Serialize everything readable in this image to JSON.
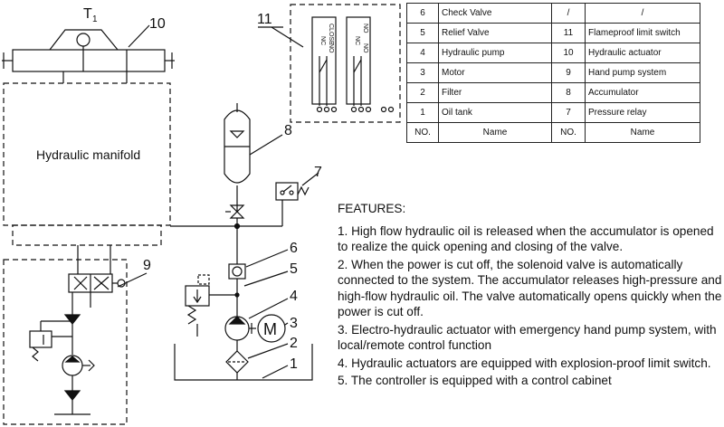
{
  "diagram": {
    "top_label": "T",
    "top_label_sub": "1",
    "manifold_label": "Hydraulic manifold",
    "callouts": [
      "1",
      "2",
      "3",
      "4",
      "5",
      "6",
      "7",
      "8",
      "9",
      "10",
      "11"
    ],
    "switch_labels": {
      "left_top": "CLOSE",
      "left_nc": "NC",
      "left_no": "NO",
      "right_top": "NO",
      "right_nc": "NC",
      "right_no": "NO"
    },
    "motor_letter": "M"
  },
  "parts_table": {
    "header": {
      "no": "NO.",
      "name": "Name"
    },
    "rows": [
      {
        "no_a": "6",
        "name_a": "Check Valve",
        "no_b": "/",
        "name_b": "/"
      },
      {
        "no_a": "5",
        "name_a": "Relief Valve",
        "no_b": "11",
        "name_b": "Flameproof limit switch"
      },
      {
        "no_a": "4",
        "name_a": "Hydraulic pump",
        "no_b": "10",
        "name_b": "Hydraulic actuator"
      },
      {
        "no_a": "3",
        "name_a": "Motor",
        "no_b": "9",
        "name_b": "Hand pump system"
      },
      {
        "no_a": "2",
        "name_a": "Filter",
        "no_b": "8",
        "name_b": "Accumulator"
      },
      {
        "no_a": "1",
        "name_a": "Oil tank",
        "no_b": "7",
        "name_b": "Pressure relay"
      }
    ]
  },
  "features": {
    "title": "FEATURES:",
    "items": [
      "1. High flow hydraulic oil is released when the accumulator is opened to realize the quick opening and closing of the valve.",
      "2. When the power is cut off, the solenoid valve is automatically connected to the system. The accumulator releases high-pressure and high-flow hydraulic oil. The valve automatically opens quickly when the power is cut off.",
      "3. Electro-hydraulic actuator with emergency hand pump system, with local/remote control function",
      "4. Hydraulic actuators are equipped with explosion-proof limit switch.",
      "5. The controller is equipped with a control cabinet"
    ]
  }
}
